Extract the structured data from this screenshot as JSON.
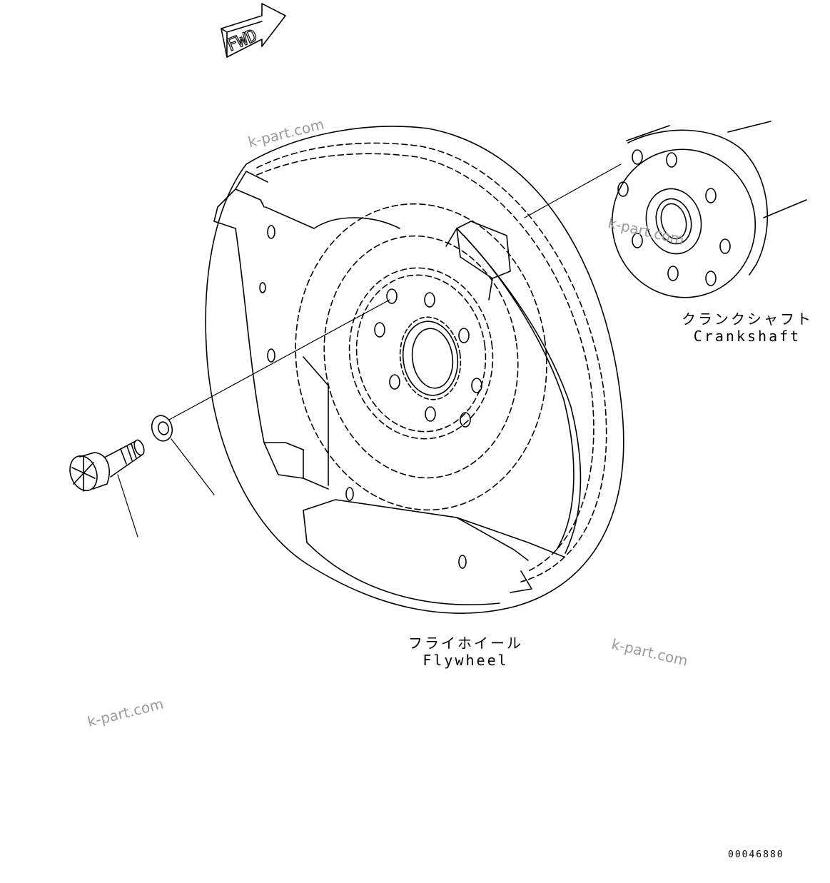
{
  "fwd_label": "FWD",
  "crankshaft": {
    "jp": "クランクシャフト",
    "en": "Crankshaft"
  },
  "flywheel": {
    "jp": "フライホイール",
    "en": "Flywheel"
  },
  "watermark": "k-part.com",
  "doc_number": "00046880",
  "colors": {
    "line": "#000000",
    "watermark": "#9a9a9a",
    "background": "#ffffff"
  }
}
